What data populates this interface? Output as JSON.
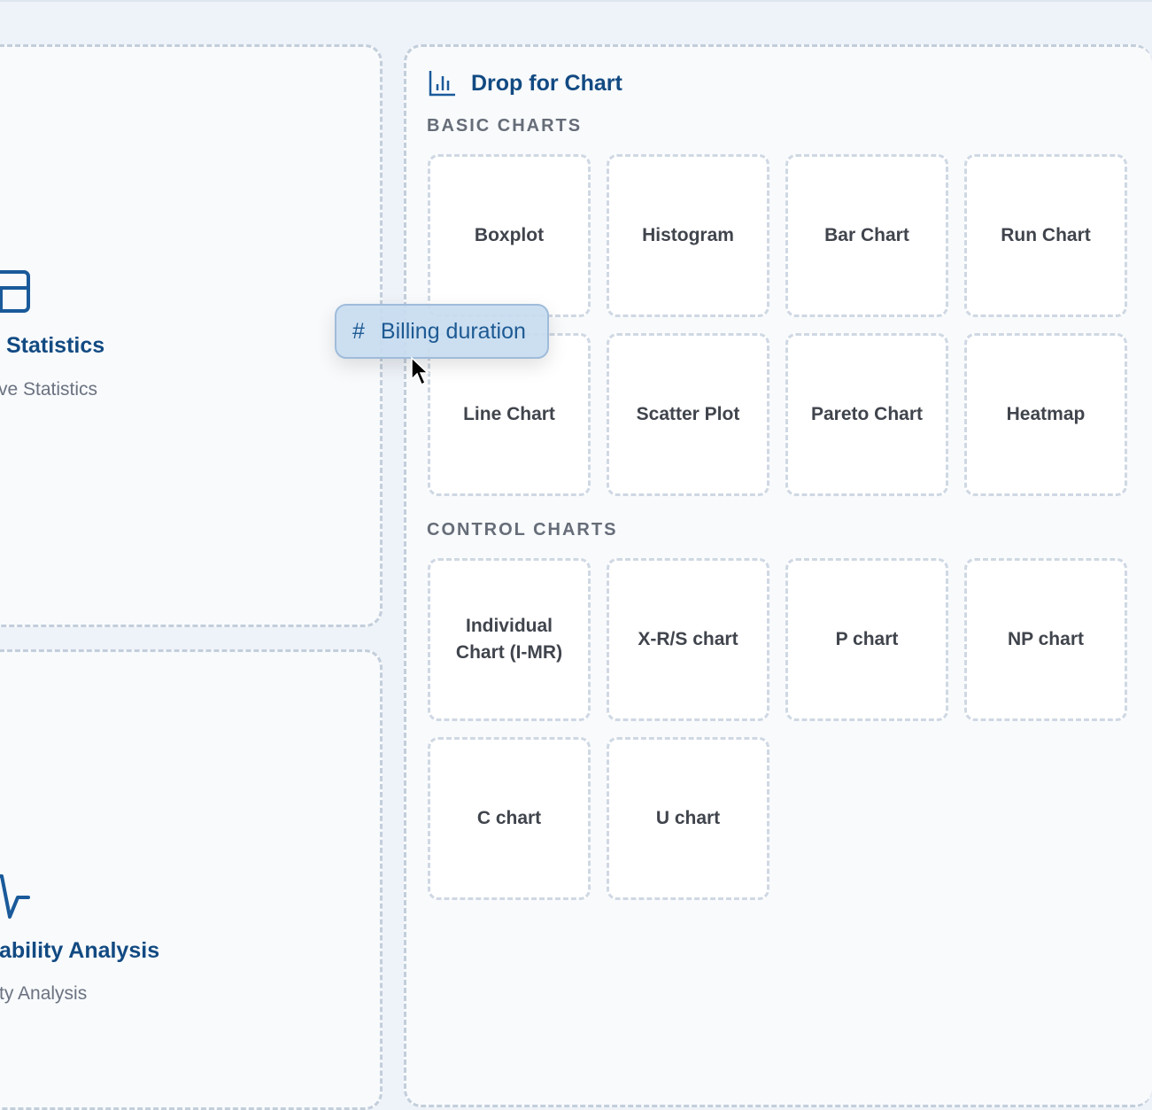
{
  "left_panels": [
    {
      "title": "Statistics",
      "subtitle": "ve Statistics",
      "icon": "table-icon"
    },
    {
      "title": "ability Analysis",
      "subtitle": "ty Analysis",
      "icon": "pulse-icon"
    }
  ],
  "chart_panel": {
    "title": "Drop for Chart",
    "icon": "bar-chart-icon",
    "basic_header": "BASIC CHARTS",
    "basic": [
      "Boxplot",
      "Histogram",
      "Bar Chart",
      "Run Chart",
      "Line Chart",
      "Scatter Plot",
      "Pareto Chart",
      "Heatmap"
    ],
    "control_header": "CONTROL CHARTS",
    "control": [
      "Individual Chart (I-MR)",
      "X-R/S chart",
      "P chart",
      "NP chart",
      "C chart",
      "U chart"
    ]
  },
  "drag_chip": {
    "icon": "#",
    "label": "Billing duration"
  },
  "colors": {
    "accent": "#124a82",
    "border": "#c3cedb",
    "chip_bg": "#c8dcf0"
  }
}
